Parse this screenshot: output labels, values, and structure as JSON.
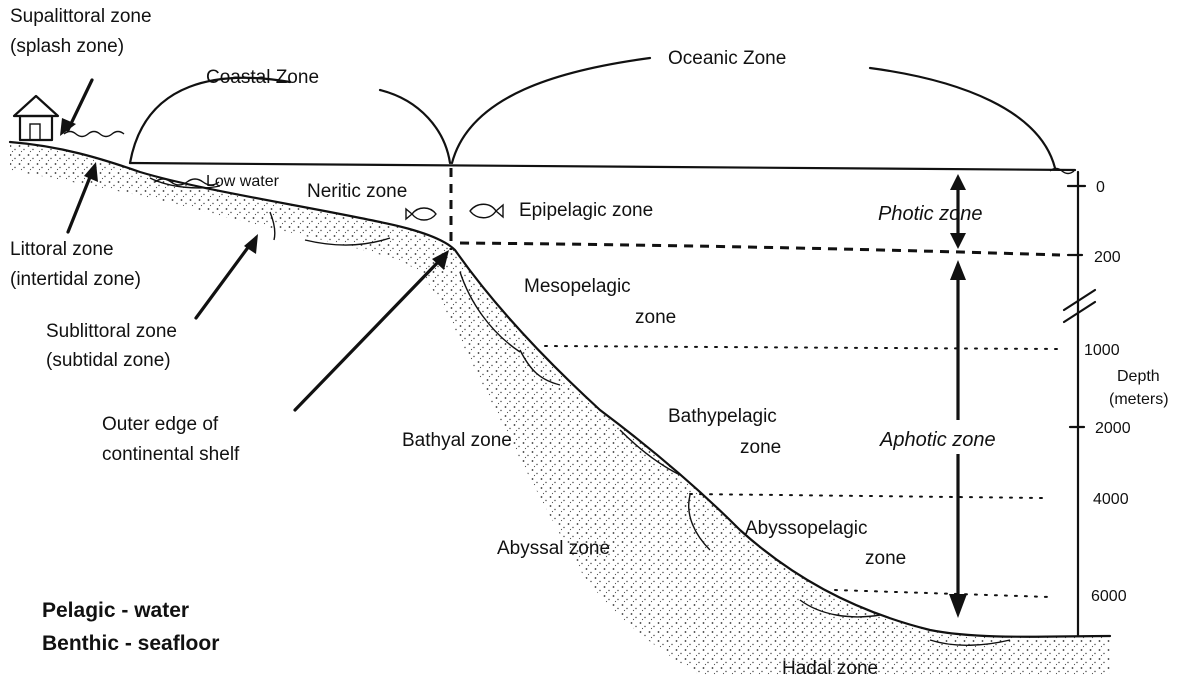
{
  "zones": {
    "coastal": "Coastal Zone",
    "oceanic": "Oceanic Zone"
  },
  "benthic": {
    "supralittoral_line1": "Supalittoral zone",
    "supralittoral_line2": "(splash zone)",
    "littoral_line1": "Littoral zone",
    "littoral_line2": "(intertidal zone)",
    "sublittoral_line1": "Sublittoral zone",
    "sublittoral_line2": "(subtidal zone)",
    "shelf_line1": "Outer edge of",
    "shelf_line2": "continental shelf",
    "bathyal": "Bathyal zone",
    "abyssal": "Abyssal zone",
    "hadal": "Hadal zone"
  },
  "pelagic": {
    "low_water": "Low water",
    "neritic": "Neritic zone",
    "epipelagic": "Epipelagic zone",
    "mesopelagic_line1": "Mesopelagic",
    "mesopelagic_line2": "zone",
    "bathypelagic_line1": "Bathypelagic",
    "bathypelagic_line2": "zone",
    "abyssopelagic_line1": "Abyssopelagic",
    "abyssopelagic_line2": "zone"
  },
  "light": {
    "photic": "Photic zone",
    "aphotic": "Aphotic zone"
  },
  "depth_axis": {
    "label_line1": "Depth",
    "label_line2": "(meters)",
    "ticks": [
      "0",
      "200",
      "1000",
      "2000",
      "4000",
      "6000"
    ]
  },
  "legend": {
    "pelagic": "Pelagic - water",
    "benthic": "Benthic - seafloor"
  }
}
